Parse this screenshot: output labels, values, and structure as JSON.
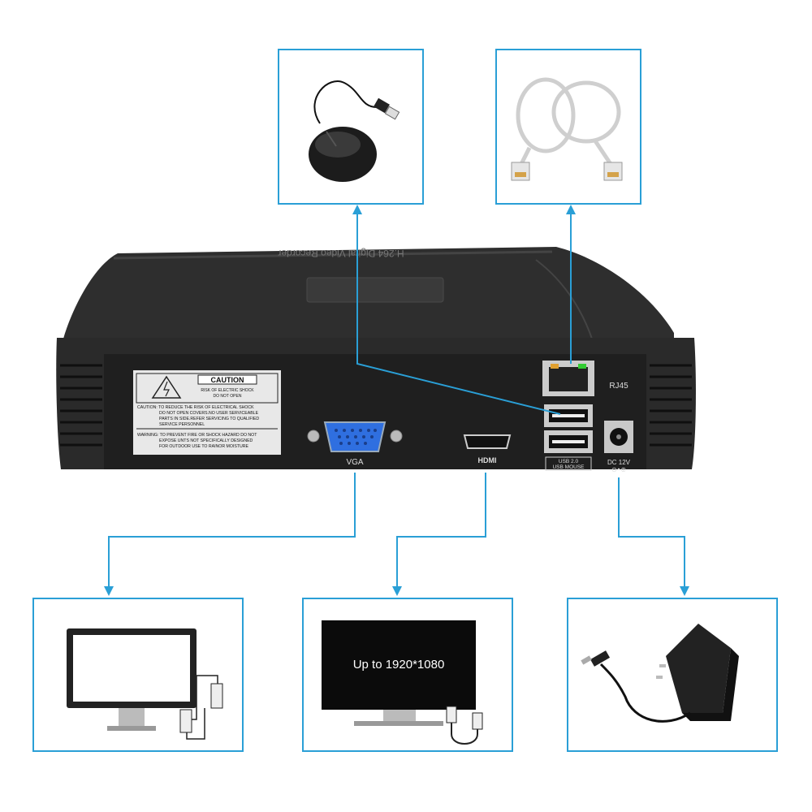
{
  "colors": {
    "connector_line": "#2a9fd6",
    "device_body": "#2b2b2b",
    "vga_port": "#2f6fe0",
    "background": "#ffffff"
  },
  "device": {
    "top_label": "H.264 Digital Video Recorder",
    "caution": {
      "title": "CAUTION",
      "subtitle_1": "RISK OF ELECTRIC SHOCK",
      "subtitle_2": "DO NOT OPEN",
      "line_1": "CAUTION: TO REDUCE THE RISK OF ELECTRICAL SHOCK",
      "line_2": "DO NOT OPEN COVERS.NO USER SERVICEABLE",
      "line_3": "PARTS IN SIDE.REFER SERVICING TO QUALIFIED",
      "line_4": "SERVICE PERSONNEL",
      "warn_1": "WARNING: TO PREVENT FIRE OR SHOCK HAZARD DO NOT",
      "warn_2": "EXPOSE UNTS NOT SPECIFICALLY DESIGNED",
      "warn_3": "FOR OUTDOOR USE TO RAINOR MOISTURE"
    },
    "ports": {
      "vga_label": "VGA",
      "hdmi_label": "HDMI",
      "rj45_label": "RJ45",
      "usb_label_1": "USB 2.0",
      "usb_label_2": "USB MOUSE",
      "dc_label": "DC 12V",
      "dc_polarity": "⊖•⊕"
    }
  },
  "accessories": {
    "mouse": "usb-mouse",
    "cable": "ethernet-cable",
    "vga_monitor": "vga-monitor",
    "hdmi_monitor": "hdmi-monitor",
    "hdmi_screen_text": "Up to 1920*1080",
    "adapter": "power-adapter"
  }
}
